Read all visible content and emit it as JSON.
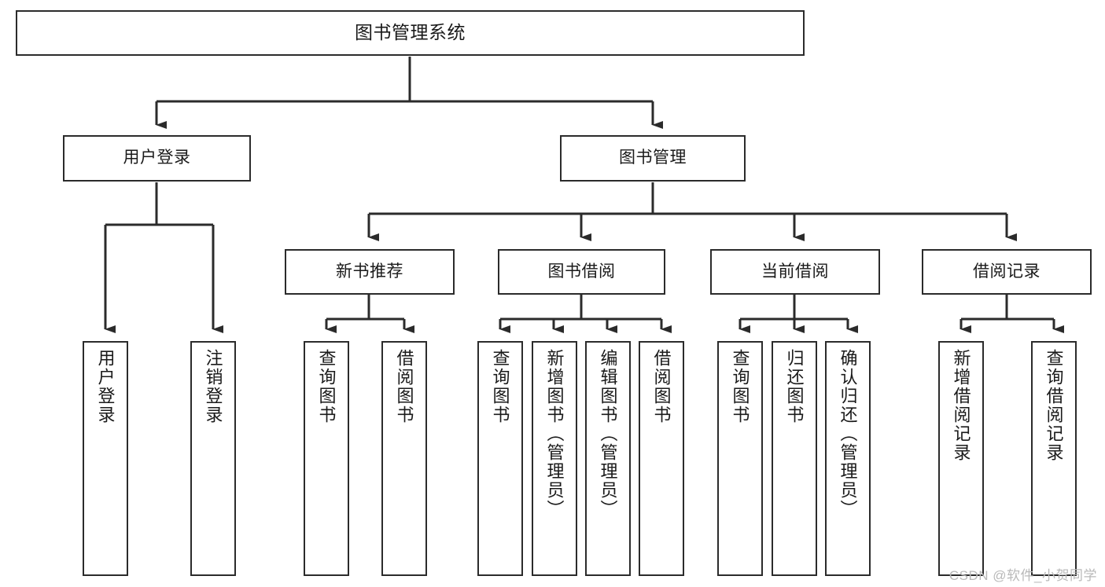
{
  "diagram": {
    "type": "tree-hierarchy-chart",
    "title": "图书管理系统",
    "root": {
      "label": "图书管理系统"
    },
    "level2": [
      {
        "label": "用户登录"
      },
      {
        "label": "图书管理"
      }
    ],
    "level3": [
      {
        "label": "新书推荐"
      },
      {
        "label": "图书借阅"
      },
      {
        "label": "当前借阅"
      },
      {
        "label": "借阅记录"
      }
    ],
    "leaves": {
      "user_login": [
        {
          "label": "用户登录"
        },
        {
          "label": "注销登录"
        }
      ],
      "new_book_recommend": [
        {
          "label": "查询图书"
        },
        {
          "label": "借阅图书"
        }
      ],
      "book_borrow": [
        {
          "label": "查询图书"
        },
        {
          "label": "新增图书（管理员）"
        },
        {
          "label": "编辑图书（管理员）"
        },
        {
          "label": "借阅图书"
        }
      ],
      "current_borrow": [
        {
          "label": "查询图书"
        },
        {
          "label": "归还图书"
        },
        {
          "label": "确认归还（管理员）"
        }
      ],
      "borrow_record": [
        {
          "label": "新增借阅记录"
        },
        {
          "label": "查询借阅记录"
        }
      ]
    }
  },
  "watermark": {
    "text": "CSDN @软件_小贺同学"
  },
  "colors": {
    "stroke": "#2b2b2b",
    "background": "#ffffff",
    "text": "#1a1a1a",
    "watermark": "#b9b9b9"
  }
}
